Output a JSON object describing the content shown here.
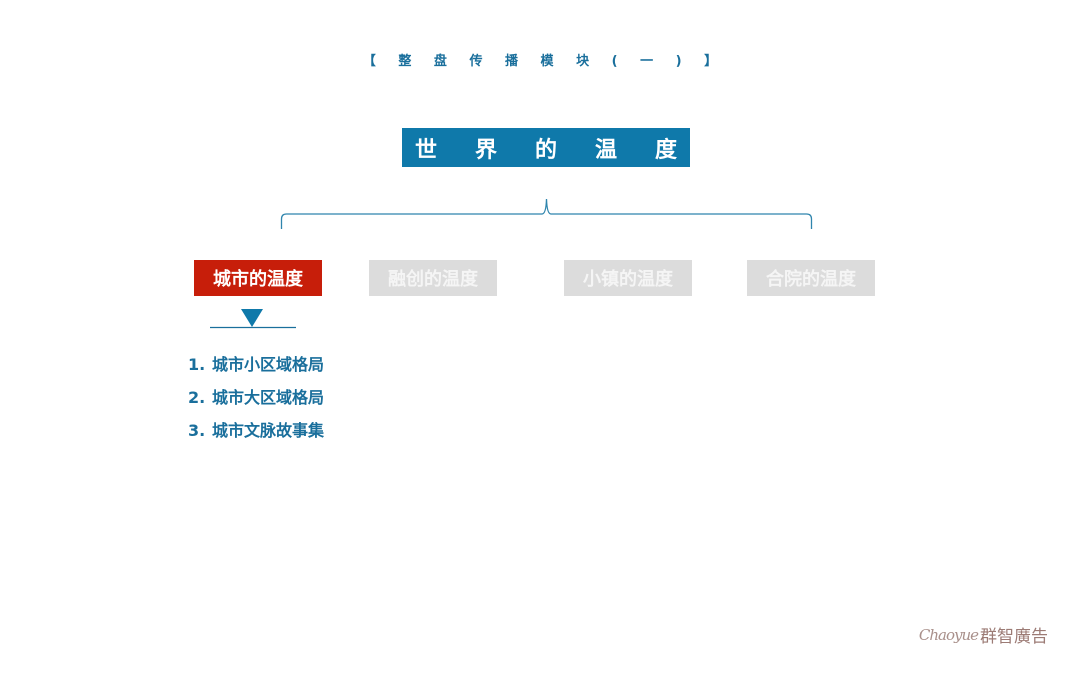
{
  "module_title": {
    "open_bracket": "【",
    "chars": [
      "整",
      "盘",
      "传",
      "播",
      "模",
      "块",
      "(",
      "一",
      ")"
    ],
    "close_bracket": "】"
  },
  "main_title": {
    "chars": [
      "世",
      "界",
      "的",
      "温",
      "度"
    ],
    "color": "#0f79aa"
  },
  "tabs": [
    {
      "label": "城市的温度",
      "state": "active",
      "color": "#c71e0a"
    },
    {
      "label": "融创的温度",
      "state": "inactive",
      "color": "#dcdcdc"
    },
    {
      "label": "小镇的温度",
      "state": "inactive",
      "color": "#dcdcdc"
    },
    {
      "label": "合院的温度",
      "state": "inactive",
      "color": "#dcdcdc"
    }
  ],
  "sub_items": [
    {
      "num": "1.",
      "label": "城市小区域格局"
    },
    {
      "num": "2.",
      "label": "城市大区域格局"
    },
    {
      "num": "3.",
      "label": "城市文脉故事集"
    }
  ],
  "logo": {
    "script": "Chaoyue",
    "text": "群智廣告"
  }
}
